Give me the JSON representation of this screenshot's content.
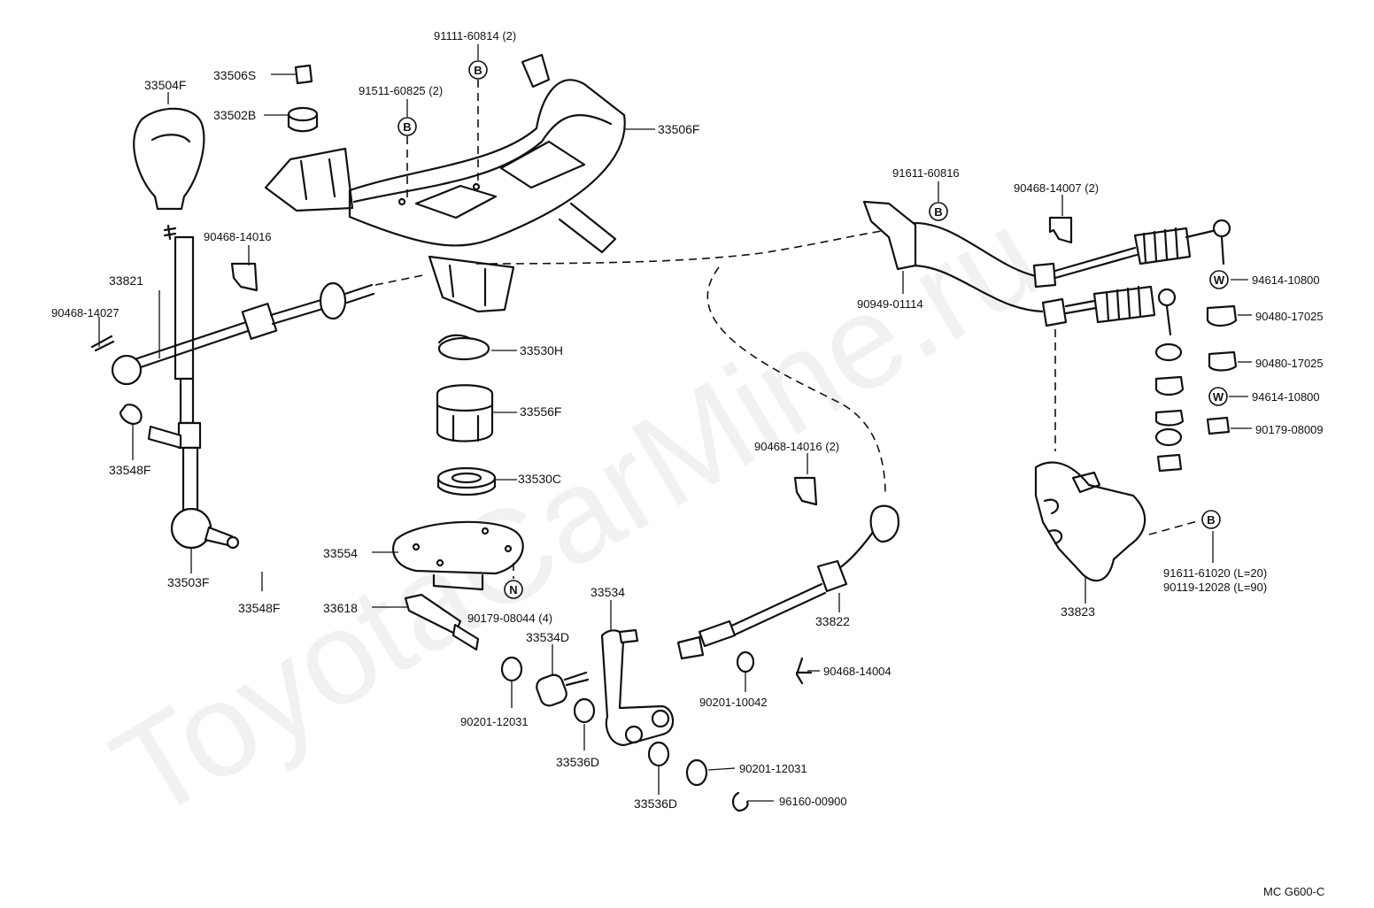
{
  "watermark": "ToyotaCarMine.ru",
  "diagram_code": "MC G600-C",
  "symbols": {
    "b": "B",
    "w": "W",
    "n": "N"
  },
  "labels": {
    "p33504F": "33504F",
    "p33506S": "33506S",
    "p33502B": "33502B",
    "p91111": "91111-60814 (2)",
    "p91511": "91511-60825 (2)",
    "p33506F": "33506F",
    "p90468_14016_a": "90468-14016",
    "p33821": "33821",
    "p90468_14027": "90468-14027",
    "p33530H": "33530H",
    "p33556F": "33556F",
    "p33530C": "33530C",
    "p33548F_a": "33548F",
    "p33503F": "33503F",
    "p33548F_b": "33548F",
    "p33554": "33554",
    "p90179_08044": "90179-08044 (4)",
    "p33618": "33618",
    "p33534": "33534",
    "p33534D": "33534D",
    "p90201_12031_a": "90201-12031",
    "p33536D_a": "33536D",
    "p33536D_b": "33536D",
    "p90201_12031_b": "90201-12031",
    "p96160_00900": "96160-00900",
    "p90201_10042": "90201-10042",
    "p90468_14004": "90468-14004",
    "p33822": "33822",
    "p90468_14016_b": "90468-14016 (2)",
    "p91611_60816": "91611-60816",
    "p90949_01114": "90949-01114",
    "p90468_14007": "90468-14007 (2)",
    "p94614_10800_a": "94614-10800",
    "p90480_17025_a": "90480-17025",
    "p90480_17025_b": "90480-17025",
    "p94614_10800_b": "94614-10800",
    "p90179_08009": "90179-08009",
    "p33823": "33823",
    "p91611_61020": "91611-61020 (L=20)",
    "p90119_12028": "90119-12028 (L=90)"
  }
}
